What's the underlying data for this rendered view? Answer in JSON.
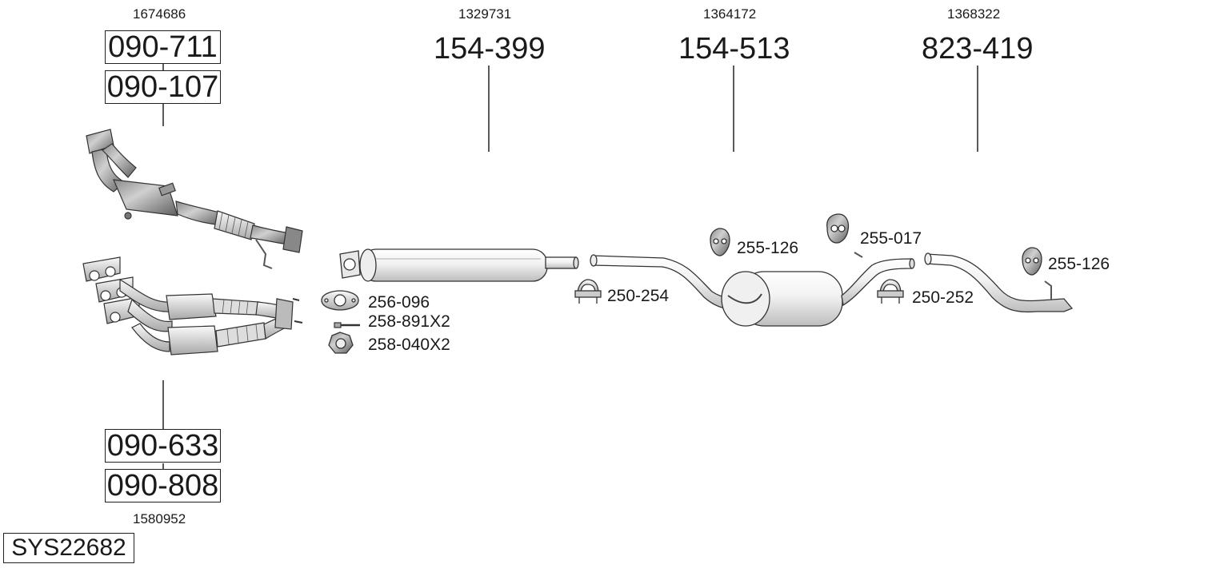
{
  "front": {
    "top_oem": "1674686",
    "top_parts": [
      "090-711",
      "090-107"
    ],
    "bottom_parts": [
      "090-633",
      "090-808"
    ],
    "bottom_oem": "1580952"
  },
  "sections": [
    {
      "oem": "1329731",
      "part": "154-399"
    },
    {
      "oem": "1364172",
      "part": "154-513"
    },
    {
      "oem": "1368322",
      "part": "823-419"
    }
  ],
  "accessories": {
    "gasket": "256-096",
    "bolt": "258-891X2",
    "nut": "258-040X2",
    "clamp_1": "250-254",
    "hanger_1": "255-126",
    "hanger_2": "255-017",
    "clamp_2": "250-252",
    "hanger_3": "255-126"
  },
  "system_id": "SYS22682",
  "colors": {
    "line": "#222222",
    "metal_light": "#d9d9d9",
    "metal_dark": "#7a7a7a"
  }
}
